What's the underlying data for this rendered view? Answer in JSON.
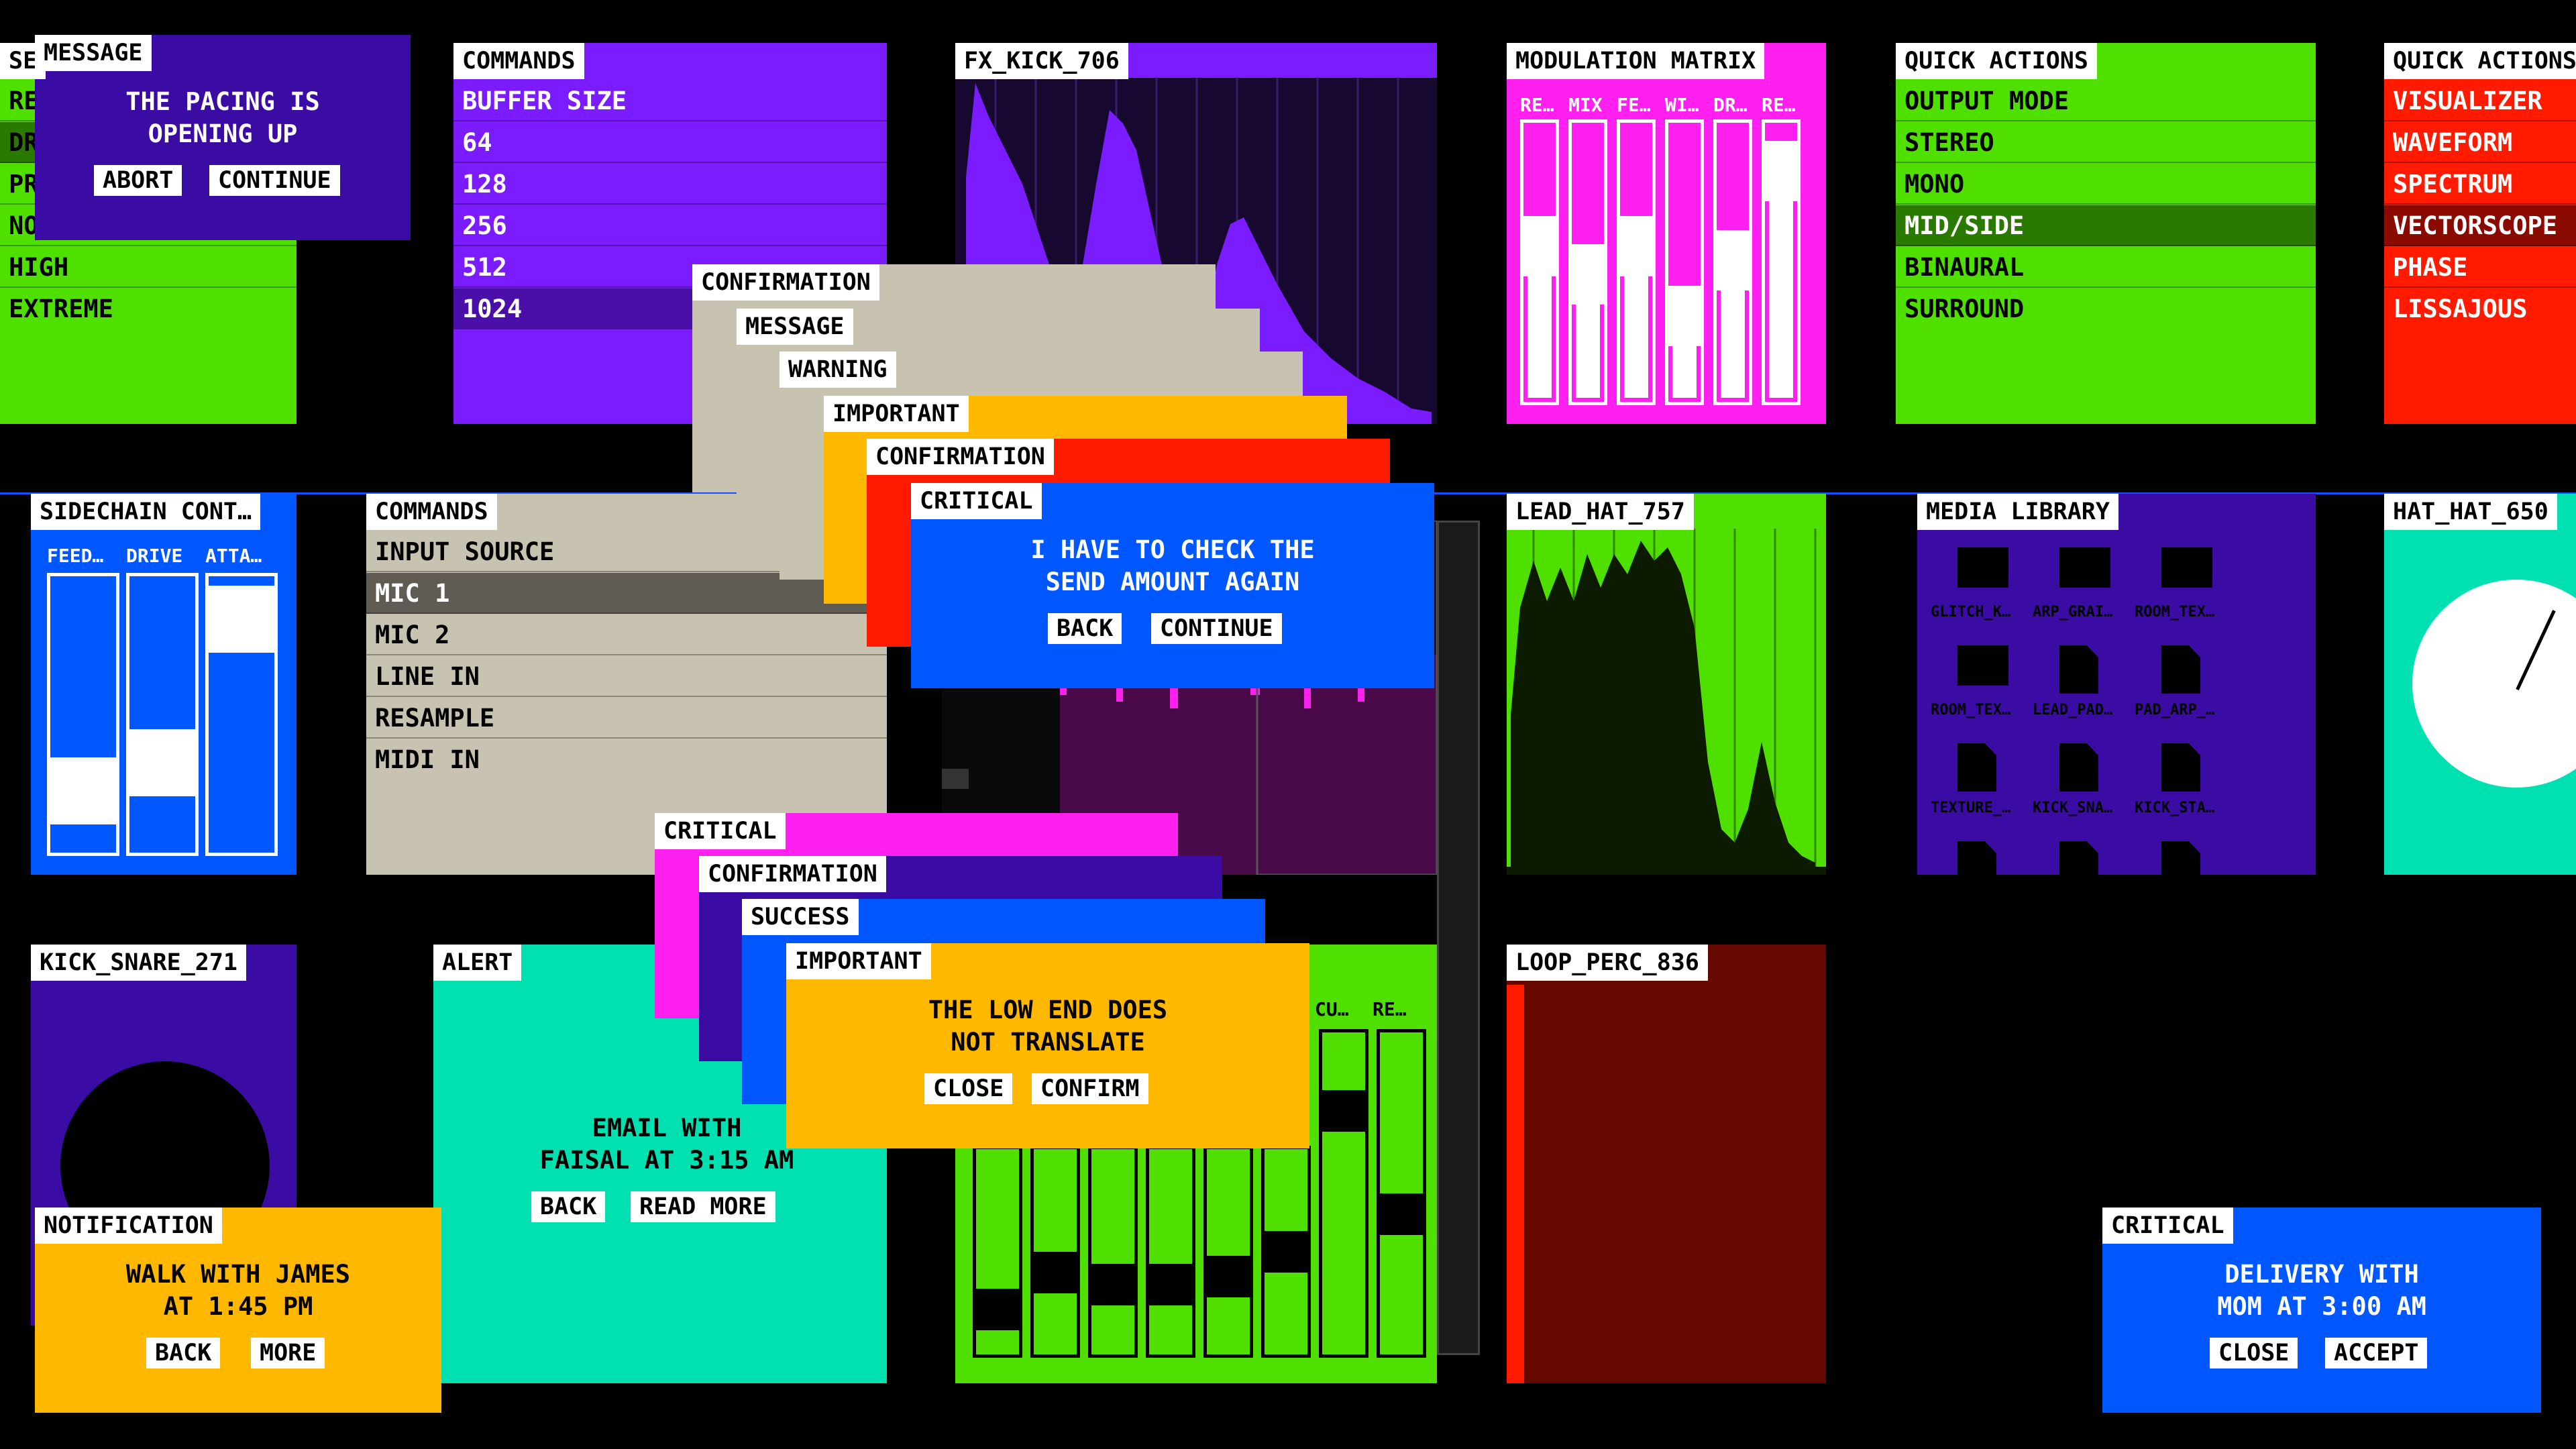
{
  "colors": {
    "green": "#4fe000",
    "purple": "#7a1cff",
    "indigo": "#3a0ca3",
    "pink": "#ff20f0",
    "red": "#ff1a00",
    "teal": "#00e0b0",
    "blue": "#0057ff",
    "amber": "#ffb800",
    "beige": "#c8c2b0",
    "darkred": "#640800",
    "dark_navy": "#0f0326"
  },
  "w_se": {
    "tab": "SE",
    "rows": [
      "RE",
      "DR",
      "PR",
      "NO",
      "HIGH",
      "EXTREME"
    ]
  },
  "w_message": {
    "tab": "MESSAGE",
    "text": [
      "THE PACING IS",
      "OPENING UP"
    ],
    "buttons": [
      "ABORT",
      "CONTINUE"
    ]
  },
  "w_commands1": {
    "tab": "COMMANDS",
    "rows": [
      "BUFFER SIZE",
      "64",
      "128",
      "256",
      "512",
      "1024"
    ]
  },
  "w_fxkick": {
    "tab": "FX_KICK_706"
  },
  "w_modmatrix": {
    "tab": "MODULATION MATRIX",
    "labels": [
      "RE…",
      "MIX",
      "FE…",
      "WI…",
      "DR…",
      "RE…"
    ],
    "values": [
      0.55,
      0.45,
      0.55,
      0.3,
      0.5,
      0.82
    ]
  },
  "w_quick1": {
    "tab": "QUICK ACTIONS",
    "rows": [
      "OUTPUT MODE",
      "STEREO",
      "MONO",
      "MID/SIDE",
      "BINAURAL",
      "SURROUND"
    ]
  },
  "w_quick2": {
    "tab": "QUICK ACTIONS",
    "rows": [
      "VISUALIZER",
      "WAVEFORM",
      "SPECTRUM",
      "VECTORSCOPE",
      "PHASE",
      "LISSAJOUS"
    ]
  },
  "w_sidechain": {
    "tab": "SIDECHAIN CONT…",
    "labels": [
      "FEED…",
      "DRIVE",
      "ATTA…"
    ],
    "values": [
      0.2,
      0.3,
      0.82
    ]
  },
  "w_commands2": {
    "tab": "COMMANDS",
    "rows": [
      "INPUT SOURCE",
      "MIC 1",
      "MIC 2",
      "LINE IN",
      "RESAMPLE",
      "MIDI IN"
    ]
  },
  "stack1": {
    "tabs": [
      "CONFIRMATION",
      "MESSAGE",
      "WARNING",
      "IMPORTANT",
      "CONFIRMATION"
    ],
    "front_tab": "CRITICAL",
    "text": [
      "I HAVE TO CHECK THE",
      "SEND AMOUNT AGAIN"
    ],
    "buttons": [
      "BACK",
      "CONTINUE"
    ]
  },
  "w_leadhat": {
    "tab": "LEAD_HAT_757"
  },
  "w_media": {
    "tab": "MEDIA LIBRARY",
    "items": [
      "GLITCH_K…",
      "ARP_GRAI…",
      "ROOM_TEX…",
      "ROOM_TEX…",
      "LEAD_PAD…",
      "PAD_ARP_…",
      "TEXTURE_…",
      "KICK_SNA…",
      "KICK_STA…"
    ]
  },
  "w_hathat": {
    "tab": "HAT_HAT_650",
    "knob": 0.07
  },
  "w_kicksnare": {
    "tab": "KICK_SNARE_271",
    "knob": 0.62
  },
  "w_alert": {
    "tab": "ALERT",
    "text": [
      "EMAIL WITH",
      "FAISAL AT 3:15 AM"
    ],
    "buttons": [
      "BACK",
      "READ MORE"
    ]
  },
  "stack2": {
    "tabs": [
      "CRITICAL",
      "CONFIRMATION",
      "SUCCESS"
    ],
    "front_tab": "IMPORTANT",
    "text": [
      "THE LOW END DOES",
      "NOT TRANSLATE"
    ],
    "buttons": [
      "CLOSE",
      "CONFIRM"
    ]
  },
  "w_bars": {
    "labels": [
      "CU…",
      "RE…"
    ],
    "values": [
      0.68,
      0.56,
      0.45,
      0.45,
      0.48,
      0.62,
      0.75,
      0.48
    ],
    "handles": [
      0.32,
      0.5,
      0.44,
      0.44,
      0.48,
      0.6,
      0.82,
      0.5
    ]
  },
  "w_loop": {
    "tab": "LOOP_PERC_836"
  },
  "w_notification": {
    "tab": "NOTIFICATION",
    "text": [
      "WALK WITH JAMES",
      "AT 1:45 PM"
    ],
    "buttons": [
      "BACK",
      "MORE"
    ]
  },
  "w_critical2": {
    "tab": "CRITICAL",
    "text": [
      "DELIVERY WITH",
      "MOM AT 3:00 AM"
    ],
    "buttons": [
      "CLOSE",
      "ACCEPT"
    ]
  }
}
